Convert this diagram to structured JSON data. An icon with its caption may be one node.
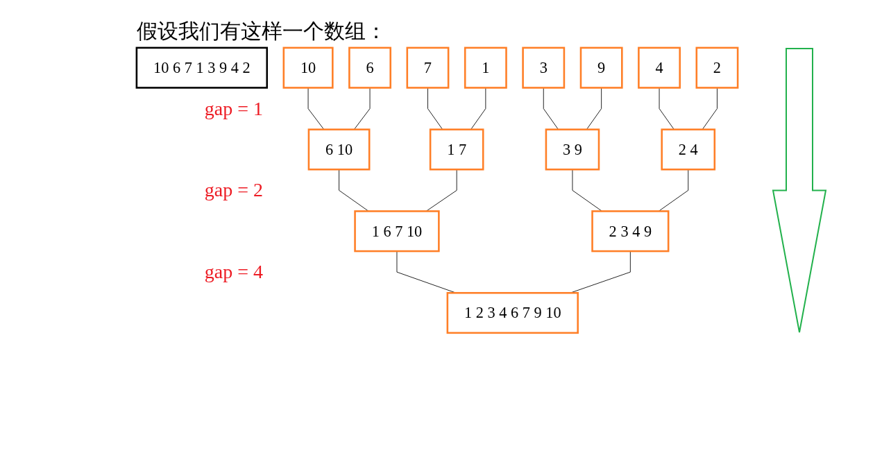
{
  "diagram": {
    "title": "假设我们有这样一个数组：",
    "nodes": [
      {
        "text": [
          "10 6 7 1 3 9 4 2"
        ]
      },
      {
        "text": [
          "10"
        ]
      },
      {
        "text": [
          "6"
        ]
      },
      {
        "text": [
          "7"
        ]
      },
      {
        "text": [
          "1"
        ]
      },
      {
        "text": [
          "3"
        ]
      },
      {
        "text": [
          "9"
        ]
      },
      {
        "text": [
          "4"
        ]
      },
      {
        "text": [
          "2"
        ]
      },
      {
        "text": [
          "6 10"
        ]
      },
      {
        "text": [
          "1 7"
        ]
      },
      {
        "text": [
          "3 9"
        ]
      },
      {
        "text": [
          "2 4"
        ]
      },
      {
        "text": [
          "1 6 7 10"
        ]
      },
      {
        "text": [
          "2 3 4 9"
        ]
      },
      {
        "text": [
          "1 2 3 4 6 7 9 10"
        ]
      }
    ],
    "edges": [
      {
        "from": 1,
        "to": 9,
        "arrow": "none"
      },
      {
        "from": 2,
        "to": 9,
        "arrow": "none"
      },
      {
        "from": 3,
        "to": 10,
        "arrow": "none"
      },
      {
        "from": 4,
        "to": 10,
        "arrow": "none"
      },
      {
        "from": 5,
        "to": 11,
        "arrow": "none"
      },
      {
        "from": 6,
        "to": 11,
        "arrow": "none"
      },
      {
        "from": 7,
        "to": 12,
        "arrow": "none"
      },
      {
        "from": 8,
        "to": 12,
        "arrow": "none"
      },
      {
        "from": 9,
        "to": 13,
        "arrow": "none"
      },
      {
        "from": 10,
        "to": 13,
        "arrow": "none"
      },
      {
        "from": 11,
        "to": 14,
        "arrow": "none"
      },
      {
        "from": 12,
        "to": 14,
        "arrow": "none"
      },
      {
        "from": 13,
        "to": 15,
        "arrow": "none"
      },
      {
        "from": 14,
        "to": 15,
        "arrow": "none"
      }
    ],
    "labels": [
      "gap = 1",
      "gap = 2",
      "gap = 4"
    ]
  }
}
